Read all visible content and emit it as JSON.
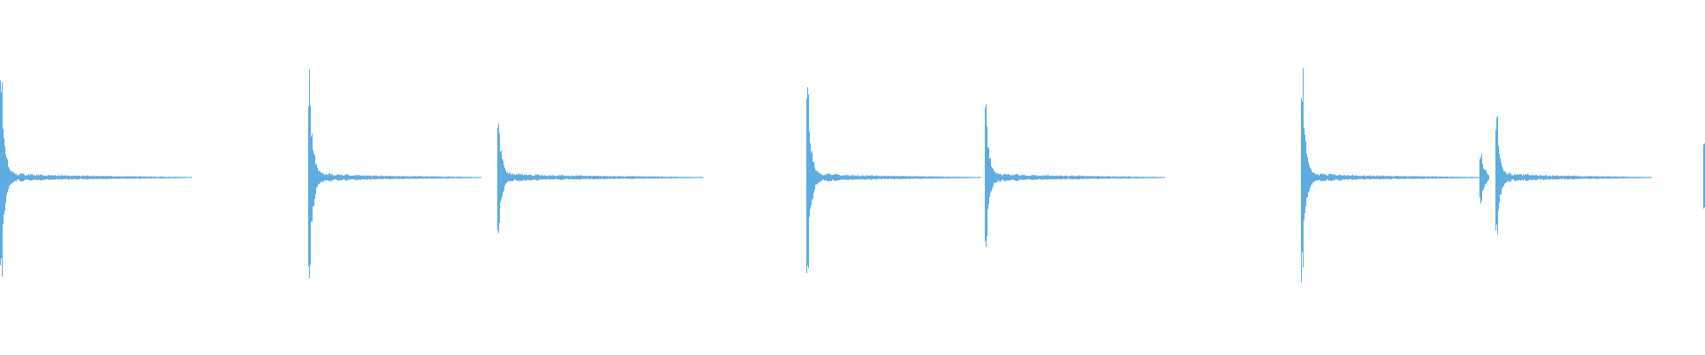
{
  "waveform": {
    "color": "#5dade2",
    "background": "#ffffff",
    "time_range": [
      0,
      1
    ],
    "amplitude_range": [
      -1,
      1
    ],
    "hits": [
      {
        "t": 0.0,
        "amp": 0.82,
        "tail_end": 0.112,
        "kind": "strong"
      },
      {
        "t": 0.1805,
        "amp": 0.8,
        "tail_end": 0.282,
        "kind": "strong"
      },
      {
        "t": 0.2917,
        "amp": 0.46,
        "tail_end": 0.412,
        "kind": "medium"
      },
      {
        "t": 0.473,
        "amp": 0.74,
        "tail_end": 0.575,
        "kind": "strong"
      },
      {
        "t": 0.5775,
        "amp": 0.52,
        "tail_end": 0.683,
        "kind": "medium"
      },
      {
        "t": 0.7628,
        "amp": 0.8,
        "tail_end": 0.868,
        "kind": "strong"
      },
      {
        "t": 0.8675,
        "amp": 0.2,
        "tail_end": 0.873,
        "kind": "small"
      },
      {
        "t": 0.8773,
        "amp": 0.48,
        "tail_end": 0.968,
        "kind": "medium"
      },
      {
        "t": 0.999,
        "amp": 0.3,
        "tail_end": 1.0,
        "kind": "edge"
      }
    ]
  }
}
